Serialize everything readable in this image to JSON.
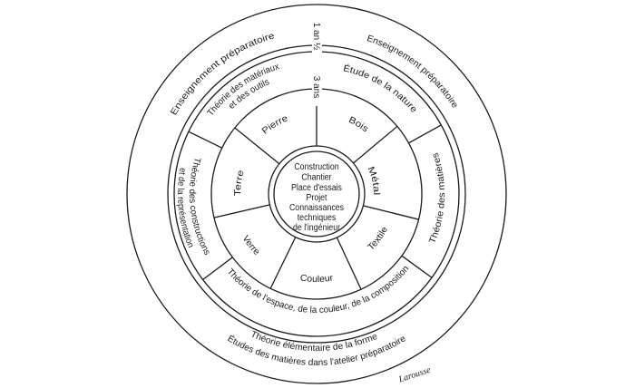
{
  "outer_ring": {
    "left": "Enseignement préparatoire",
    "right": "Enseignement préparatoire",
    "duration": "1 an ½",
    "bottom_line1": "Théorie élémentaire de la forme",
    "bottom_line2": "Études des matières dans l'atelier préparatoire"
  },
  "theory_ring": {
    "top_left_line1": "Théorie des matériaux",
    "top_left_line2": "et des outils",
    "top_right": "Étude de la nature",
    "right": "Théorie des matières",
    "left_line1": "Théorie des constructions",
    "left_line2": "et de la représentation",
    "bottom": "Théorie de l'espace, de la couleur, de la composition"
  },
  "materials_ring": {
    "duration": "3 ans",
    "segments": [
      "Pierre",
      "Bois",
      "Métal",
      "Textile",
      "Couleur",
      "Verre",
      "Terre"
    ]
  },
  "center": {
    "lines": [
      "Construction",
      "Chantier",
      "Place d'essais",
      "Projet",
      "Connaissances",
      "techniques",
      "de l'ingénieur"
    ]
  },
  "credit": "Larousse"
}
